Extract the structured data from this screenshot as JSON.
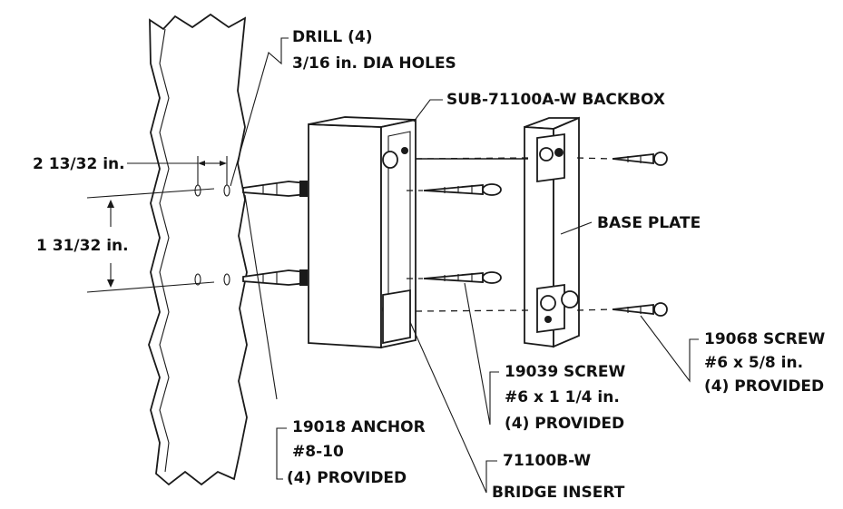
{
  "labels": {
    "drill_line1": "DRILL (4)",
    "drill_line2": "3/16 in. DIA HOLES",
    "backbox": "SUB-71100A-W BACKBOX",
    "dim_horizontal": "2 13/32 in.",
    "dim_vertical": "1 31/32 in.",
    "base_plate": "BASE PLATE",
    "screw_19068_line1": "19068 SCREW",
    "screw_19068_line2": "#6 x 5/8 in.",
    "screw_19068_line3": "(4) PROVIDED",
    "screw_19039_line1": "19039 SCREW",
    "screw_19039_line2": "#6 x 1 1/4 in.",
    "screw_19039_line3": "(4) PROVIDED",
    "anchor_line1": "19018 ANCHOR",
    "anchor_line2": "#8-10",
    "anchor_line3": "(4) PROVIDED",
    "bridge_line1": "71100B-W",
    "bridge_line2": "BRIDGE INSERT"
  }
}
